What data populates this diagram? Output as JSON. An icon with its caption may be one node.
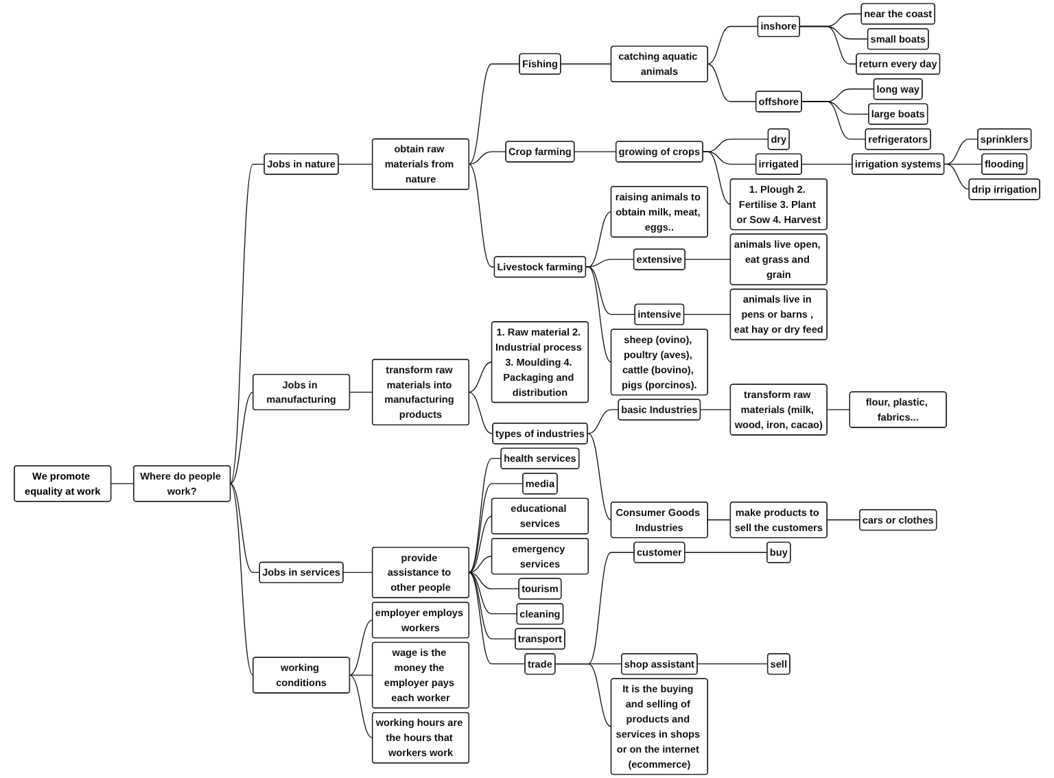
{
  "diagram": {
    "nodes": [
      {
        "text": [
          "We promote equality at work"
        ]
      },
      {
        "text": [
          "Where do people work?"
        ]
      },
      {
        "text": [
          "working conditions"
        ]
      },
      {
        "text": [
          "employer employs workers"
        ]
      },
      {
        "text": [
          "wage is the money the employer pays each worker"
        ]
      },
      {
        "text": [
          "working hours are the hours that workers work"
        ]
      },
      {
        "text": [
          "Jobs in nature"
        ]
      },
      {
        "text": [
          "obtain raw materials from nature"
        ]
      },
      {
        "text": [
          "Fishing"
        ]
      },
      {
        "text": [
          "catching aquatic animals"
        ]
      },
      {
        "text": [
          "inshore"
        ]
      },
      {
        "text": [
          "near the coast"
        ]
      },
      {
        "text": [
          "small boats"
        ]
      },
      {
        "text": [
          "return every day"
        ]
      },
      {
        "text": [
          "offshore"
        ]
      },
      {
        "text": [
          "long way"
        ]
      },
      {
        "text": [
          "large boats"
        ]
      },
      {
        "text": [
          "refrigerators"
        ]
      },
      {
        "text": [
          "Crop farming"
        ]
      },
      {
        "text": [
          "growing of crops"
        ]
      },
      {
        "text": [
          "dry"
        ]
      },
      {
        "text": [
          "irrigated"
        ]
      },
      {
        "text": [
          "irrigation systems"
        ]
      },
      {
        "text": [
          "sprinklers"
        ]
      },
      {
        "text": [
          "flooding"
        ]
      },
      {
        "text": [
          "drip irrigation"
        ]
      },
      {
        "text": [
          "1. Plough 2. Fertilise 3. Plant or Sow 4. Harvest"
        ]
      },
      {
        "text": [
          "Livestock farming"
        ]
      },
      {
        "text": [
          "raising animals to obtain milk, meat, eggs.."
        ]
      },
      {
        "text": [
          "extensive"
        ]
      },
      {
        "text": [
          "animals live open, eat grass and grain"
        ]
      },
      {
        "text": [
          "intensive"
        ]
      },
      {
        "text": [
          "animals live in pens or barns , eat hay or dry feed"
        ]
      },
      {
        "text": [
          "sheep (ovino), poultry (aves), cattle (bovino), pigs (porcinos)."
        ]
      },
      {
        "text": [
          "Jobs in manufacturing"
        ]
      },
      {
        "text": [
          "transform raw materials into manufacturing products"
        ]
      },
      {
        "text": [
          "1. Raw material 2. Industrial process 3. Moulding 4. Packaging and distribution"
        ]
      },
      {
        "text": [
          "types of industries"
        ]
      },
      {
        "text": [
          "basic Industries"
        ]
      },
      {
        "text": [
          "transform raw materials (milk, wood, iron, cacao)"
        ]
      },
      {
        "text": [
          "flour, plastic, fabrics..."
        ]
      },
      {
        "text": [
          "Consumer Goods Industries"
        ]
      },
      {
        "text": [
          "make products to sell the customers"
        ]
      },
      {
        "text": [
          "cars or clothes"
        ]
      },
      {
        "text": [
          "Jobs in services"
        ]
      },
      {
        "text": [
          "provide assistance to other people"
        ]
      },
      {
        "text": [
          "health services"
        ]
      },
      {
        "text": [
          "media"
        ]
      },
      {
        "text": [
          "educational services"
        ]
      },
      {
        "text": [
          "emergency services"
        ]
      },
      {
        "text": [
          "tourism"
        ]
      },
      {
        "text": [
          "cleaning"
        ]
      },
      {
        "text": [
          "transport"
        ]
      },
      {
        "text": [
          "trade"
        ]
      },
      {
        "text": [
          "customer"
        ]
      },
      {
        "text": [
          "buy"
        ]
      },
      {
        "text": [
          "shop assistant"
        ]
      },
      {
        "text": [
          "sell"
        ]
      },
      {
        "text": [
          "It is the buying and selling of products and services in shops or on the internet (ecommerce)"
        ]
      }
    ],
    "edges": [
      {
        "from": 0,
        "to": 1,
        "arrow": "none"
      },
      {
        "from": 1,
        "to": 2,
        "arrow": "none"
      },
      {
        "from": 2,
        "to": 3,
        "arrow": "none"
      },
      {
        "from": 2,
        "to": 4,
        "arrow": "none"
      },
      {
        "from": 2,
        "to": 5,
        "arrow": "none"
      },
      {
        "from": 1,
        "to": 6,
        "arrow": "none"
      },
      {
        "from": 6,
        "to": 7,
        "arrow": "none"
      },
      {
        "from": 7,
        "to": 8,
        "arrow": "none"
      },
      {
        "from": 8,
        "to": 9,
        "arrow": "none"
      },
      {
        "from": 9,
        "to": 10,
        "arrow": "none"
      },
      {
        "from": 10,
        "to": 11,
        "arrow": "none"
      },
      {
        "from": 10,
        "to": 12,
        "arrow": "none"
      },
      {
        "from": 10,
        "to": 13,
        "arrow": "none"
      },
      {
        "from": 9,
        "to": 14,
        "arrow": "none"
      },
      {
        "from": 14,
        "to": 15,
        "arrow": "none"
      },
      {
        "from": 14,
        "to": 16,
        "arrow": "none"
      },
      {
        "from": 14,
        "to": 17,
        "arrow": "none"
      },
      {
        "from": 7,
        "to": 18,
        "arrow": "none"
      },
      {
        "from": 18,
        "to": 19,
        "arrow": "none"
      },
      {
        "from": 19,
        "to": 20,
        "arrow": "none"
      },
      {
        "from": 19,
        "to": 21,
        "arrow": "none"
      },
      {
        "from": 21,
        "to": 22,
        "arrow": "none"
      },
      {
        "from": 22,
        "to": 23,
        "arrow": "none"
      },
      {
        "from": 22,
        "to": 24,
        "arrow": "none"
      },
      {
        "from": 22,
        "to": 25,
        "arrow": "none"
      },
      {
        "from": 19,
        "to": 26,
        "arrow": "none"
      },
      {
        "from": 7,
        "to": 27,
        "arrow": "none"
      },
      {
        "from": 27,
        "to": 28,
        "arrow": "none"
      },
      {
        "from": 27,
        "to": 29,
        "arrow": "none"
      },
      {
        "from": 29,
        "to": 30,
        "arrow": "none"
      },
      {
        "from": 27,
        "to": 31,
        "arrow": "none"
      },
      {
        "from": 31,
        "to": 32,
        "arrow": "none"
      },
      {
        "from": 27,
        "to": 33,
        "arrow": "none"
      },
      {
        "from": 1,
        "to": 34,
        "arrow": "none"
      },
      {
        "from": 34,
        "to": 35,
        "arrow": "none"
      },
      {
        "from": 35,
        "to": 36,
        "arrow": "none"
      },
      {
        "from": 35,
        "to": 37,
        "arrow": "none"
      },
      {
        "from": 37,
        "to": 38,
        "arrow": "none"
      },
      {
        "from": 38,
        "to": 39,
        "arrow": "none"
      },
      {
        "from": 39,
        "to": 40,
        "arrow": "none"
      },
      {
        "from": 37,
        "to": 41,
        "arrow": "none"
      },
      {
        "from": 41,
        "to": 42,
        "arrow": "none"
      },
      {
        "from": 42,
        "to": 43,
        "arrow": "none"
      },
      {
        "from": 1,
        "to": 44,
        "arrow": "none"
      },
      {
        "from": 44,
        "to": 45,
        "arrow": "none"
      },
      {
        "from": 45,
        "to": 46,
        "arrow": "none"
      },
      {
        "from": 45,
        "to": 47,
        "arrow": "none"
      },
      {
        "from": 45,
        "to": 48,
        "arrow": "none"
      },
      {
        "from": 45,
        "to": 49,
        "arrow": "none"
      },
      {
        "from": 45,
        "to": 50,
        "arrow": "none"
      },
      {
        "from": 45,
        "to": 51,
        "arrow": "none"
      },
      {
        "from": 45,
        "to": 52,
        "arrow": "none"
      },
      {
        "from": 45,
        "to": 53,
        "arrow": "none"
      },
      {
        "from": 53,
        "to": 54,
        "arrow": "none"
      },
      {
        "from": 54,
        "to": 55,
        "arrow": "none"
      },
      {
        "from": 53,
        "to": 56,
        "arrow": "none"
      },
      {
        "from": 56,
        "to": 57,
        "arrow": "none"
      },
      {
        "from": 53,
        "to": 58,
        "arrow": "none"
      }
    ]
  }
}
